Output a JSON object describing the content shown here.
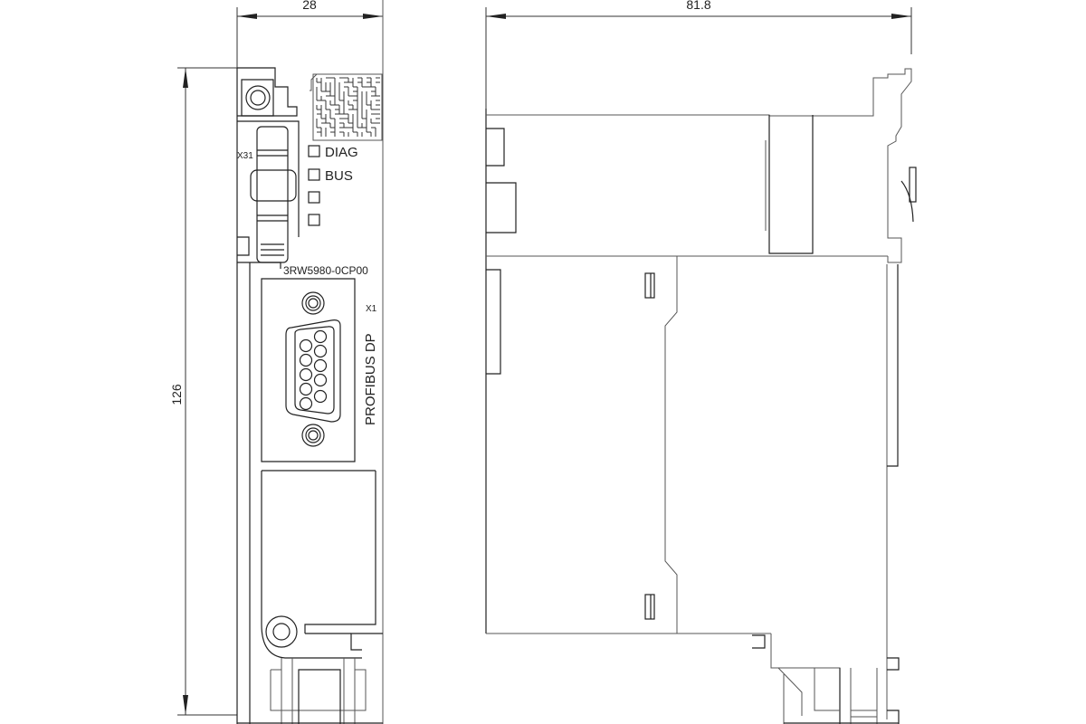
{
  "dimensions": {
    "width_front": "28",
    "depth_side": "81.8",
    "height": "126"
  },
  "labels": {
    "connector_x31": "X31",
    "led_diag": "DIAG",
    "led_bus": "BUS",
    "part_number": "3RW5980-0CP00",
    "connector_x1": "X1",
    "interface": "PROFIBUS DP"
  },
  "colors": {
    "line": "#222222",
    "background": "#ffffff"
  }
}
